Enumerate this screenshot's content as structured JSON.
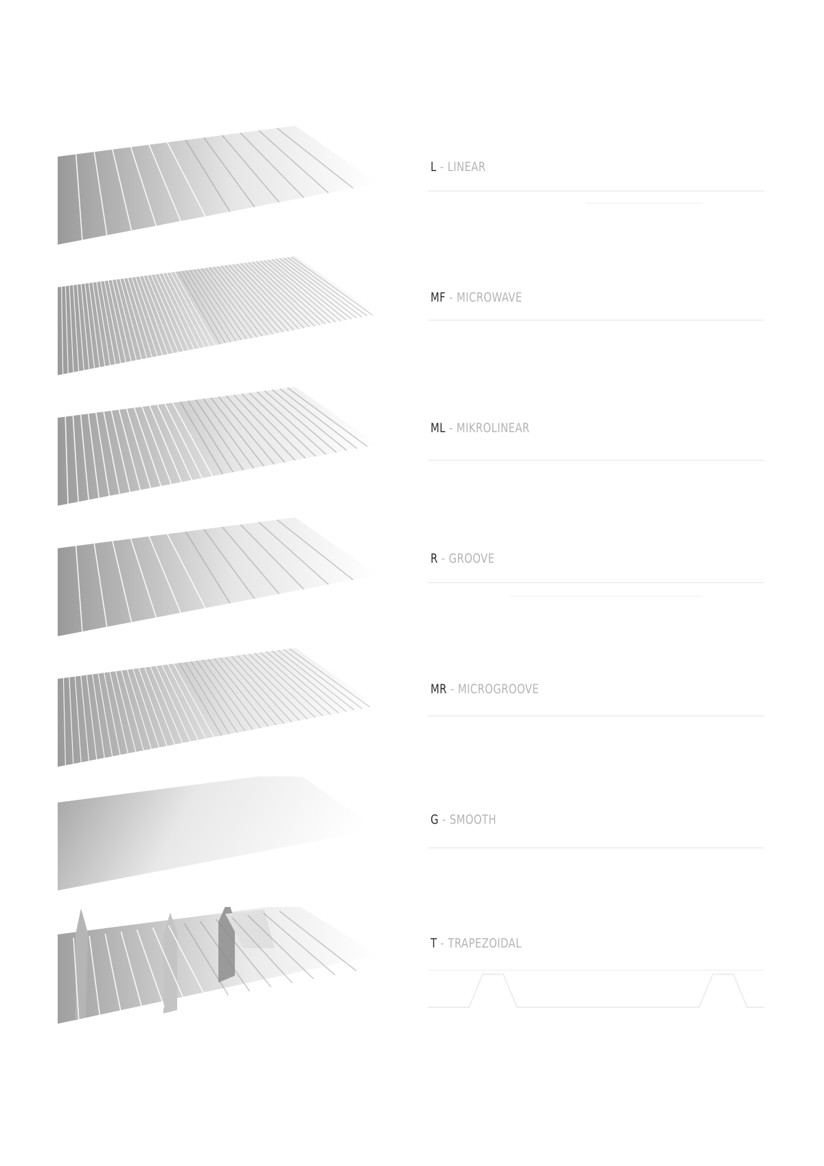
{
  "profiles": [
    {
      "code": "L",
      "separator": " - ",
      "name": "LINEAR",
      "panel_icon": "linear-panel",
      "lines": 12
    },
    {
      "code": "MF",
      "separator": " - ",
      "name": "MICROWAVE",
      "panel_icon": "microwave-panel",
      "lines": 60
    },
    {
      "code": "ML",
      "separator": " - ",
      "name": "MIKROLINEAR",
      "panel_icon": "mikrolinear-panel",
      "lines": 30
    },
    {
      "code": "R",
      "separator": " - ",
      "name": "GROOVE",
      "panel_icon": "groove-panel",
      "lines": 12
    },
    {
      "code": "MR",
      "separator": " - ",
      "name": "MICROGROOVE",
      "panel_icon": "microgroove-panel",
      "lines": 40
    },
    {
      "code": "G",
      "separator": " - ",
      "name": "SMOOTH",
      "panel_icon": "smooth-panel",
      "lines": 0
    },
    {
      "code": "T",
      "separator": " - ",
      "name": "TRAPEZOIDAL",
      "panel_icon": "trapezoidal-panel",
      "lines": 14
    }
  ],
  "colors": {
    "code": "#2b2b2b",
    "name": "#b4b4b4",
    "panel_dark": "#9e9e9e",
    "panel_light": "#ffffff",
    "groove": "#8a8a8a"
  }
}
